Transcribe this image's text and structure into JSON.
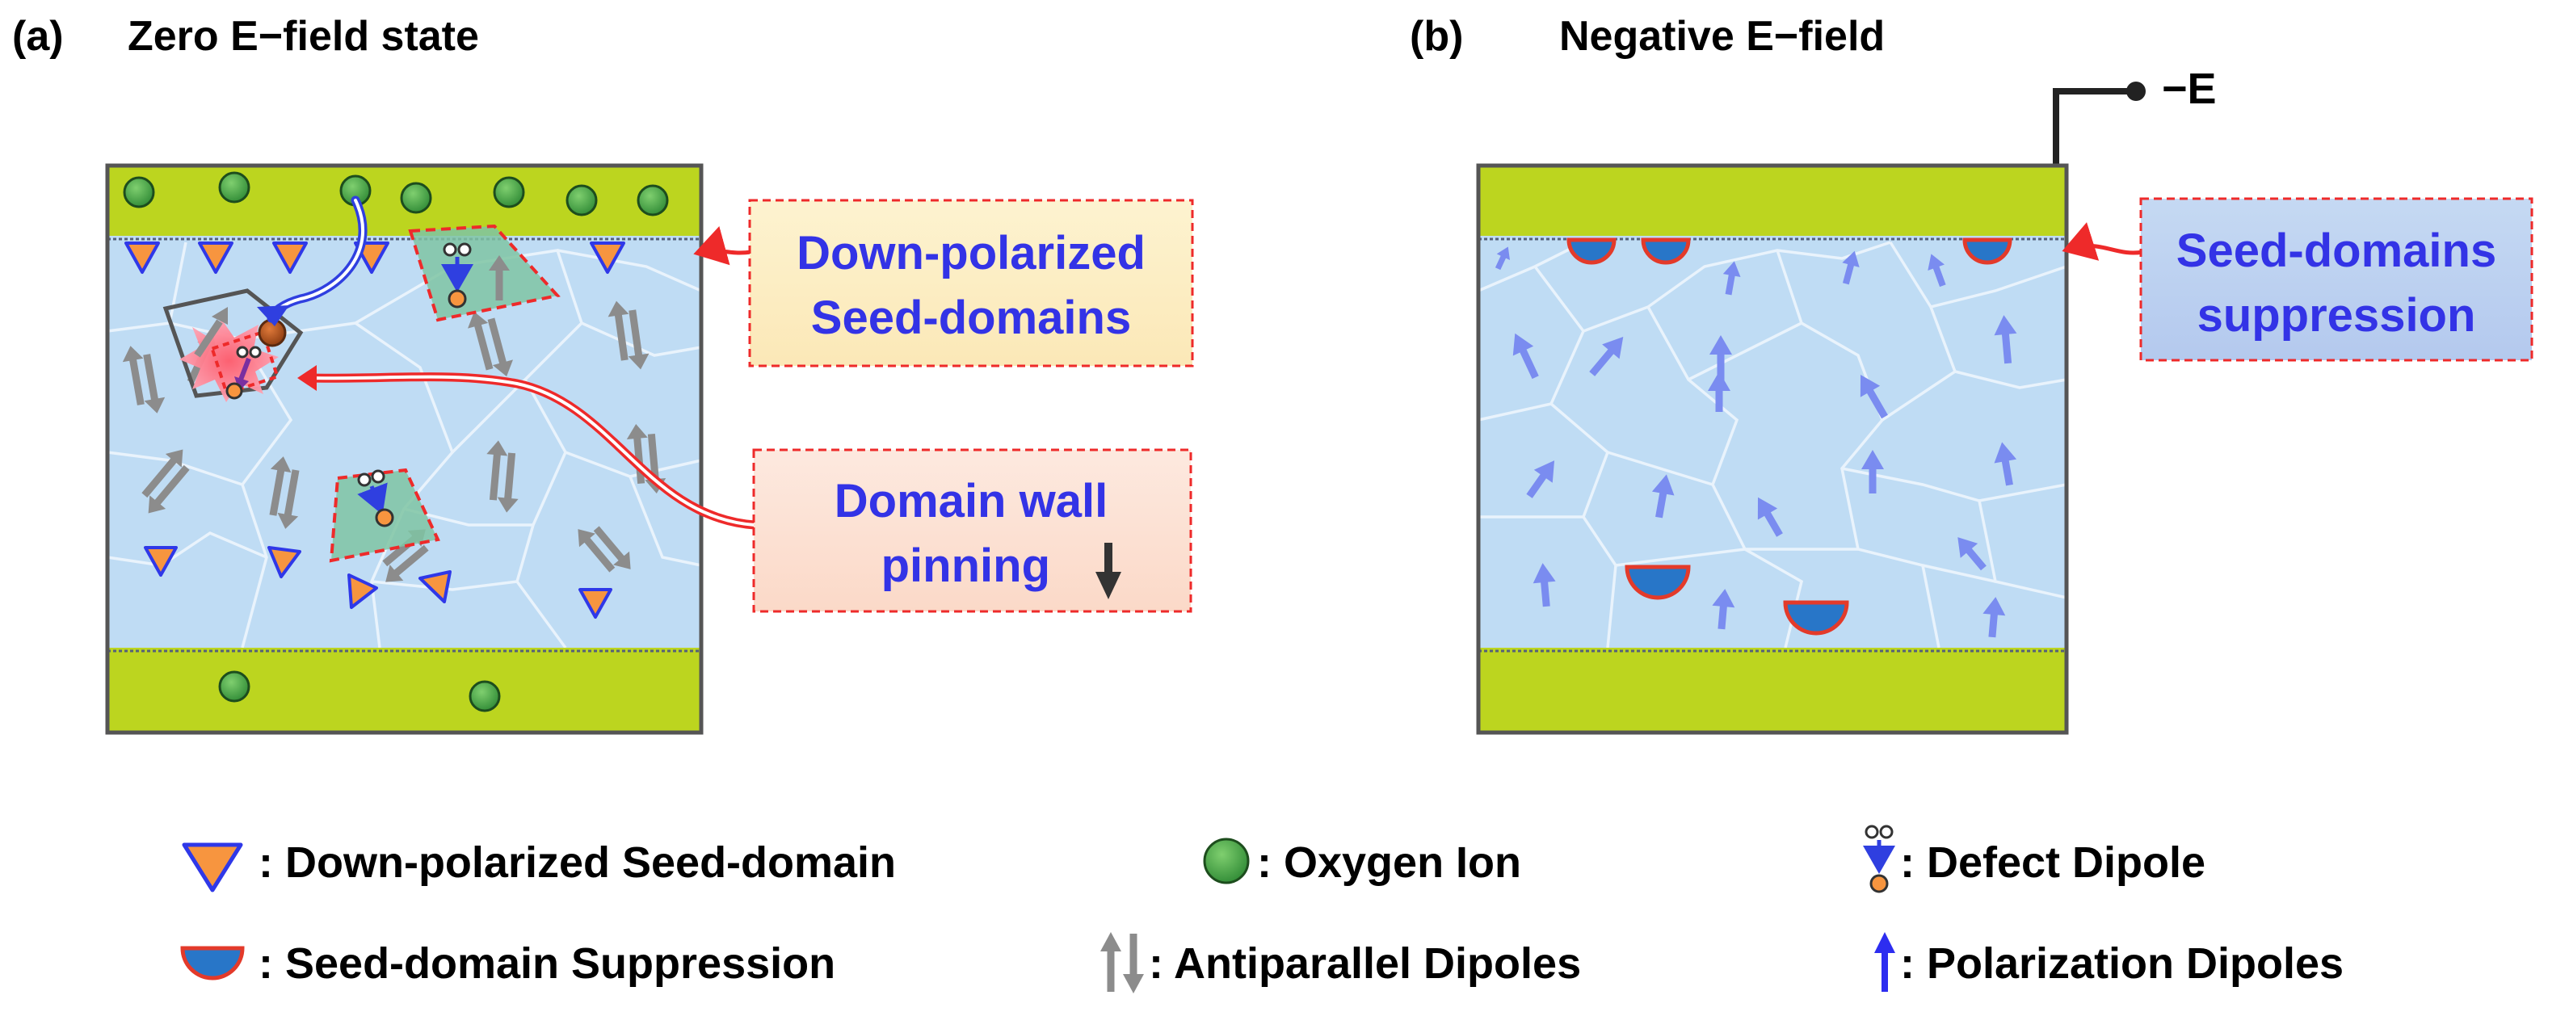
{
  "panel_a": {
    "label": "(a)",
    "title": "Zero E−field state",
    "callout_seed": [
      "Down-polarized",
      "Seed-domains"
    ],
    "callout_pinning": [
      "Domain wall",
      "pinning"
    ]
  },
  "panel_b": {
    "label": "(b)",
    "title": "Negative E−field",
    "terminal_label": "−E",
    "callout_suppression": [
      "Seed-domains",
      "suppression"
    ]
  },
  "legend": {
    "seed_domain": ": Down-polarized  Seed-domain",
    "oxygen_ion": ": Oxygen Ion",
    "defect_dipole": ": Defect Dipole",
    "suppression": ": Seed-domain  Suppression",
    "antiparallel": ": Antiparallel Dipoles",
    "polarization": ": Polarization Dipoles"
  },
  "colors": {
    "electrode": "#bcd51f",
    "film": "#bfdcf4",
    "seed_fill": "#f7953f",
    "seed_outline": "#2f38e8",
    "oxygen": "#3f9d3f",
    "callout_text": "#3333e6",
    "callout_border": "#ee2a2a",
    "dipole_gray": "#8c8c8c",
    "polarization_arrow": "#7a8cf0",
    "suppression_blue": "#2876c8",
    "suppression_red": "#e33a2a"
  }
}
